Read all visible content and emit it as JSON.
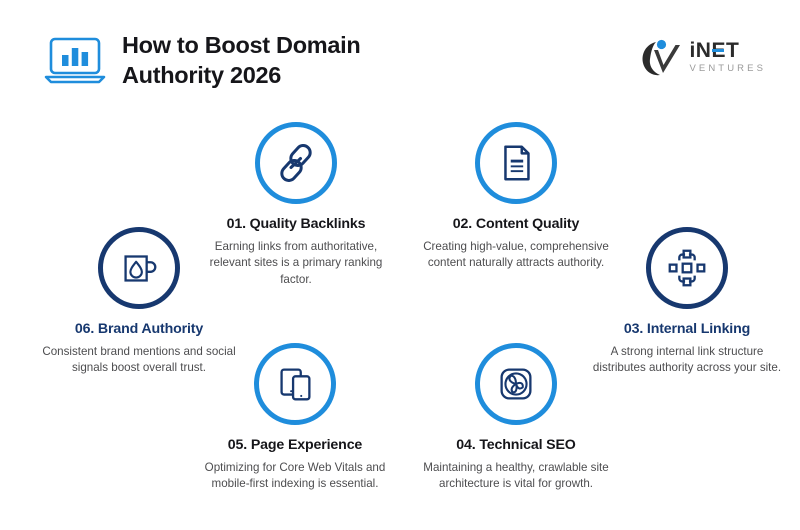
{
  "header": {
    "title": "How to Boost Domain Authority 2026",
    "icon": "laptop-chart-icon"
  },
  "logo": {
    "mark": "inet-swoosh-icon",
    "name_part1": "iN",
    "name_part2": "E",
    "name_part3": "T",
    "subtitle": "VENTURES"
  },
  "colors": {
    "accent_blue": "#1f8ddc",
    "navy": "#17386f",
    "title_black": "#16161a",
    "body_gray": "#4d4d4f",
    "background": "#ffffff"
  },
  "items": [
    {
      "id": "01",
      "title": "01. Quality Backlinks",
      "desc": "Earning links from authoritative, relevant sites is a primary ranking factor.",
      "icon": "chain-link-icon",
      "ring_color": "#1f8ddc",
      "title_color": "#16161a"
    },
    {
      "id": "02",
      "title": "02. Content Quality",
      "desc": "Creating high-value, comprehensive content naturally attracts authority.",
      "icon": "document-icon",
      "ring_color": "#1f8ddc",
      "title_color": "#16161a"
    },
    {
      "id": "03",
      "title": "03. Internal Linking",
      "desc": "A strong internal link structure distributes authority across your site.",
      "icon": "network-nodes-icon",
      "ring_color": "#17386f",
      "title_color": "#17386f"
    },
    {
      "id": "04",
      "title": "04. Technical SEO",
      "desc": "Maintaining a healthy, crawlable site architecture is vital for growth.",
      "icon": "pinwheel-app-icon",
      "ring_color": "#1f8ddc",
      "title_color": "#16161a"
    },
    {
      "id": "05",
      "title": "05. Page Experience",
      "desc": "Optimizing for Core Web Vitals and mobile-first indexing is essential.",
      "icon": "tablet-phone-icon",
      "ring_color": "#1f8ddc",
      "title_color": "#16161a"
    },
    {
      "id": "06",
      "title": "06. Brand Authority",
      "desc": "Consistent brand mentions and social signals boost overall trust.",
      "icon": "coffee-mug-icon",
      "ring_color": "#17386f",
      "title_color": "#17386f"
    }
  ]
}
